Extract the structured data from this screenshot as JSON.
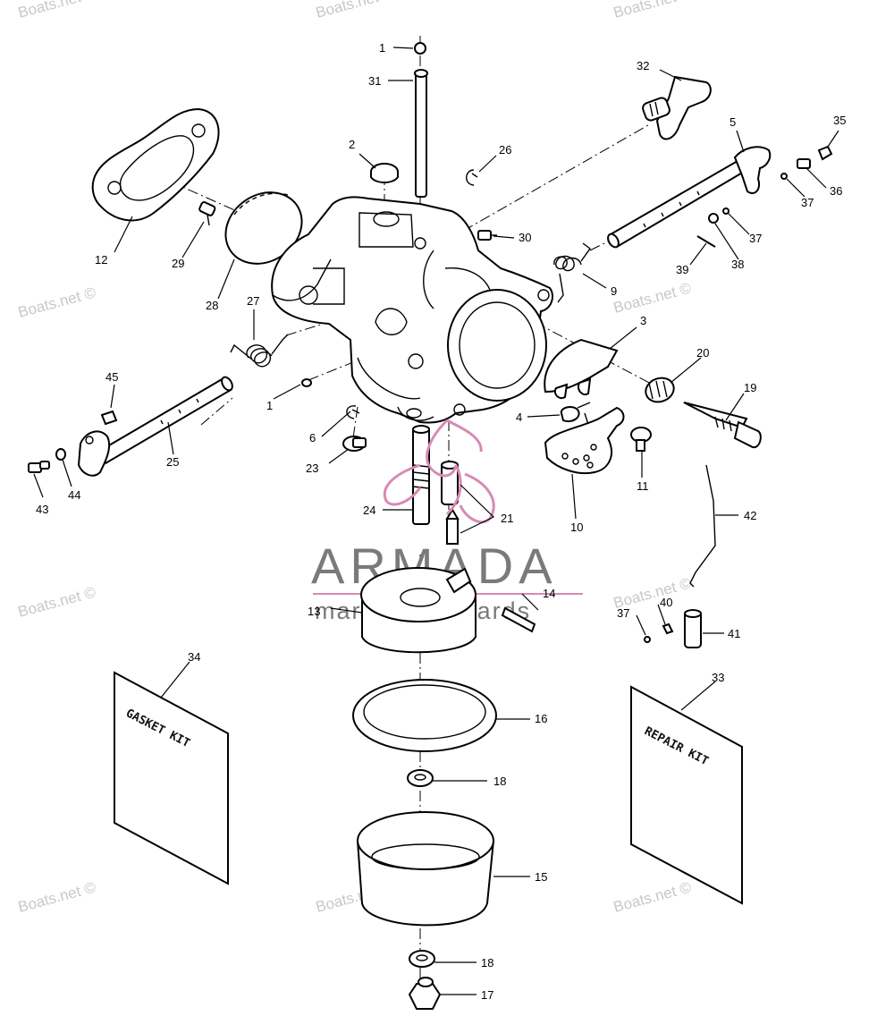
{
  "watermark": {
    "text": "Boats.net ©"
  },
  "logo": {
    "name": "ARMADA",
    "tagline": "marine outboards"
  },
  "kits": {
    "gasket": "GASKET KIT",
    "repair": "REPAIR KIT"
  },
  "callouts": {
    "c1a": "1",
    "c1b": "1",
    "c2": "2",
    "c3": "3",
    "c4": "4",
    "c5": "5",
    "c6": "6",
    "c9": "9",
    "c10": "10",
    "c11": "11",
    "c12": "12",
    "c13": "13",
    "c14": "14",
    "c15": "15",
    "c16": "16",
    "c17": "17",
    "c18a": "18",
    "c18b": "18",
    "c19": "19",
    "c20": "20",
    "c21": "21",
    "c23": "23",
    "c24": "24",
    "c25": "25",
    "c26": "26",
    "c27": "27",
    "c28": "28",
    "c29": "29",
    "c30": "30",
    "c31": "31",
    "c32": "32",
    "c33": "33",
    "c34": "34",
    "c35": "35",
    "c36": "36",
    "c37a": "37",
    "c37b": "37",
    "c37c": "37",
    "c38": "38",
    "c39": "39",
    "c40": "40",
    "c41": "41",
    "c42": "42",
    "c43": "43",
    "c44": "44",
    "c45": "45"
  }
}
